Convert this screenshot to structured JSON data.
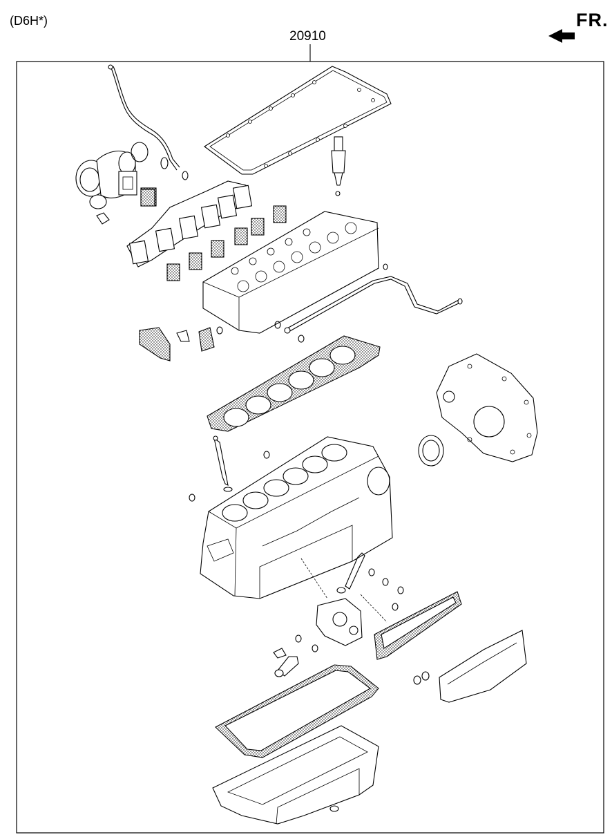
{
  "header": {
    "engine_code": "(D6H*)",
    "part_number": "20910",
    "front_label": "FR."
  },
  "icons": {
    "front_arrow": "arrow-right-icon"
  },
  "colors": {
    "line": "#000000",
    "background": "#ffffff"
  }
}
